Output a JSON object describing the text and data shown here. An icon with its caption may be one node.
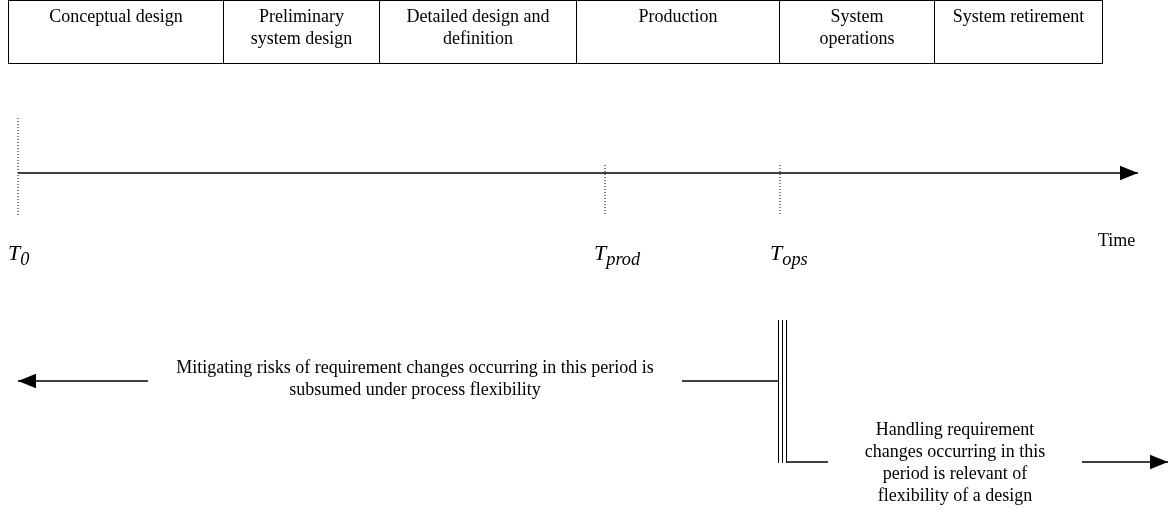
{
  "diagram": {
    "nodes": [
      {
        "text": [
          "Conceptual design"
        ]
      },
      {
        "text": [
          "Preliminary system design"
        ]
      },
      {
        "text": [
          "Detailed design and definition"
        ]
      },
      {
        "text": [
          "Production"
        ]
      },
      {
        "text": [
          "System operations"
        ]
      },
      {
        "text": [
          "System retirement"
        ]
      },
      {
        "text": [],
        "shape": "bar"
      },
      {
        "text": [
          "Mitigating risks of requirement changes occurring in this period is subsumed under process flexibility"
        ]
      },
      {
        "text": [
          "Handling requirement changes occurring in this period is relevant of flexibility of a design"
        ]
      }
    ],
    "edges": [
      {
        "from": 6,
        "to": 7,
        "arrow": "none"
      },
      {
        "from": 7,
        "to": null,
        "arrow": "to"
      },
      {
        "from": 6,
        "to": 8,
        "arrow": "none"
      },
      {
        "from": 8,
        "to": null,
        "arrow": "to"
      }
    ],
    "labels": [
      "Time",
      "T$_{0}$",
      "T$_{prod}$",
      "T$_{ops}$"
    ]
  }
}
